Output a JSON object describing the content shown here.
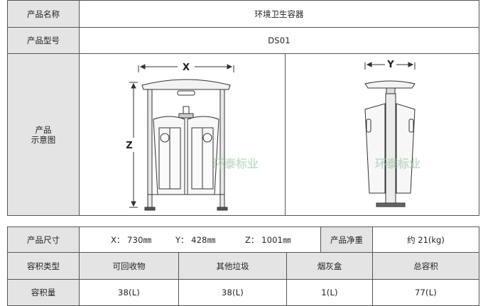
{
  "spec_top": {
    "name_label": "产品名称",
    "name_value": "环境卫生容器",
    "model_label": "产品型号",
    "model_value": "DS01",
    "diagram_label_line1": "产品",
    "diagram_label_line2": "示意图"
  },
  "diagram": {
    "front_dim_x": "X",
    "front_dim_z": "Z",
    "side_dim_y": "Y",
    "watermark": "环泰标业"
  },
  "spec_bottom": {
    "size_label": "产品尺寸",
    "x_label": "X：",
    "x_value": "730㎜",
    "y_label": "Y：",
    "y_value": "428㎜",
    "z_label": "Z：",
    "z_value": "1001㎜",
    "weight_label": "产品净重",
    "weight_value": "约 21(kg)",
    "type_label": "容积类型",
    "type_recyclable": "可回收物",
    "type_other": "其他垃圾",
    "type_ashtray": "烟灰盒",
    "type_total": "总容积",
    "volume_label": "容积量",
    "volume_recyclable": "38(L)",
    "volume_other": "38(L)",
    "volume_ashtray": "1(L)",
    "volume_total": "77(L)"
  }
}
